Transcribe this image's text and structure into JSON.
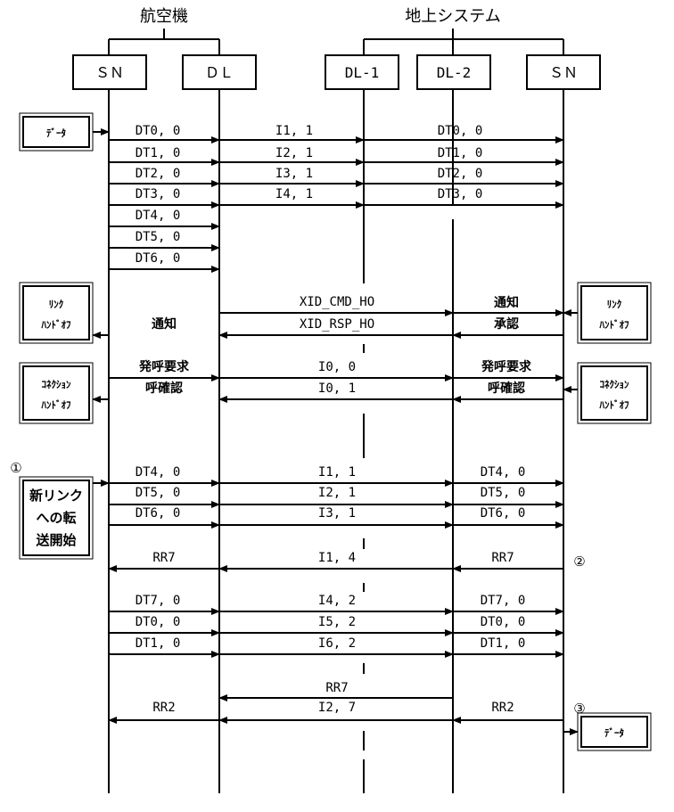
{
  "headers": {
    "aircraft": "航空機",
    "ground": "地上システム"
  },
  "nodes": {
    "a_sn": "ＳＮ",
    "a_dl": "ＤＬ",
    "g_dl1": "DL-1",
    "g_dl2": "DL-2",
    "g_sn": "ＳＮ"
  },
  "side_boxes": {
    "data_in": [
      "ﾃﾞｰﾀ"
    ],
    "link_handoff_left": [
      "ﾘﾝｸ",
      "ﾊﾝﾄﾞｵﾌ"
    ],
    "link_handoff_right": [
      "ﾘﾝｸ",
      "ﾊﾝﾄﾞｵﾌ"
    ],
    "conn_handoff_left": [
      "ｺﾈｸｼｮﾝ",
      "ﾊﾝﾄﾞｵﾌ"
    ],
    "conn_handoff_right": [
      "ｺﾈｸｼｮﾝ",
      "ﾊﾝﾄﾞｵﾌ"
    ],
    "new_link": [
      "新リンク",
      "への転",
      "送開始"
    ],
    "data_out": [
      "ﾃﾞｰﾀ"
    ]
  },
  "step_markers": [
    "①",
    "②",
    "③"
  ],
  "messages": {
    "m1": [
      "DT0, 0",
      "I1, 1",
      "DT0, 0"
    ],
    "m2": [
      "DT1, 0",
      "I2, 1",
      "DT1, 0"
    ],
    "m3": [
      "DT2, 0",
      "I3, 1",
      "DT2, 0"
    ],
    "m4": [
      "DT3, 0",
      "I4, 1",
      "DT3, 0"
    ],
    "m5": [
      "DT4, 0"
    ],
    "m6": [
      "DT5, 0"
    ],
    "m7": [
      "DT6, 0"
    ],
    "xid_cmd": "XID_CMD_HO",
    "xid_cmd_notify": "通知",
    "xid_rsp": "XID_RSP_HO",
    "xid_rsp_ack": "承認",
    "xid_rsp_notify": "通知",
    "call_req": [
      "発呼要求",
      "I0, 0",
      "発呼要求"
    ],
    "call_conf": [
      "呼確認",
      "I0, 1",
      "呼確認"
    ],
    "n1": [
      "DT4, 0",
      "I1, 1",
      "DT4, 0"
    ],
    "n2": [
      "DT5, 0",
      "I2, 1",
      "DT5, 0"
    ],
    "n3": [
      "DT6, 0",
      "I3, 1",
      "DT6, 0"
    ],
    "rr7": [
      "RR7",
      "I1, 4",
      "RR7"
    ],
    "p1": [
      "DT7, 0",
      "I4, 2",
      "DT7, 0"
    ],
    "p2": [
      "DT0, 0",
      "I5, 2",
      "DT0, 0"
    ],
    "p3": [
      "DT1, 0",
      "I6, 2",
      "DT1, 0"
    ],
    "rr7b": "RR7",
    "rr2": [
      "RR2",
      "I2, 7",
      "RR2"
    ]
  }
}
